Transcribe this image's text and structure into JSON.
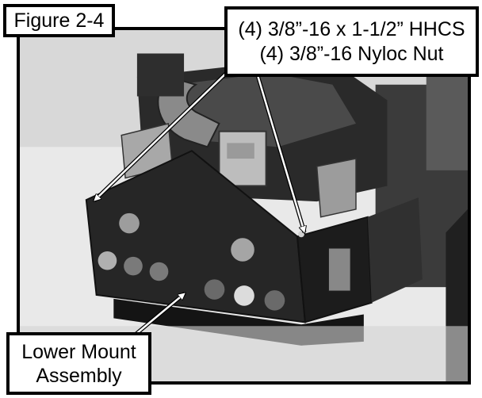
{
  "figure": {
    "label": "Figure 2-4"
  },
  "callouts": {
    "hardware": {
      "line1": "(4) 3/8”-16 x 1-1/2” HHCS",
      "line2": "(4) 3/8”-16 Nyloc Nut"
    },
    "assembly": {
      "line1": "Lower Mount",
      "line2": "Assembly"
    }
  }
}
